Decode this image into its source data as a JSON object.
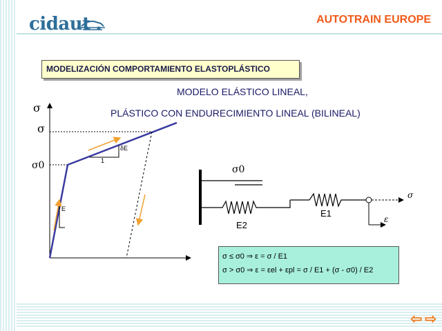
{
  "header": {
    "logo": "cidaut",
    "title": "AUTOTRAIN EUROPE"
  },
  "section": {
    "heading": "MODELIZACIÓN COMPORTAMIENTO ELASTOPLÁSTICO"
  },
  "subtitle": {
    "line1": "MODELO ELÁSTICO LINEAL,",
    "line2": "PLÁSTICO CON ENDURECIMIENTO LINEAL (BILINEAL)"
  },
  "graph": {
    "sigma_axis": "σ",
    "sigma_top": "σ",
    "sigma_0": "σ0",
    "slope_e_lower": "E",
    "slope_delta_e": "δE",
    "slope_one": "1"
  },
  "spring_model": {
    "sigma_0": "σ0",
    "e1": "E1",
    "e2": "E2",
    "sigma": "σ",
    "epsilon": "ε"
  },
  "formulas": {
    "line1": "σ ≤ σ0 ⇒ ε = σ / E1",
    "line2": "σ > σ0 ⇒ ε = εel + εpl = σ / E1 + (σ - σ0) / E2"
  },
  "nav": {
    "prev": "⇦",
    "next": "⇨"
  },
  "colors": {
    "accent": "#f05a1a",
    "curve": "#3a3aa0",
    "arrow": "#f0a030",
    "formula_bg": "#a8f0dc"
  }
}
